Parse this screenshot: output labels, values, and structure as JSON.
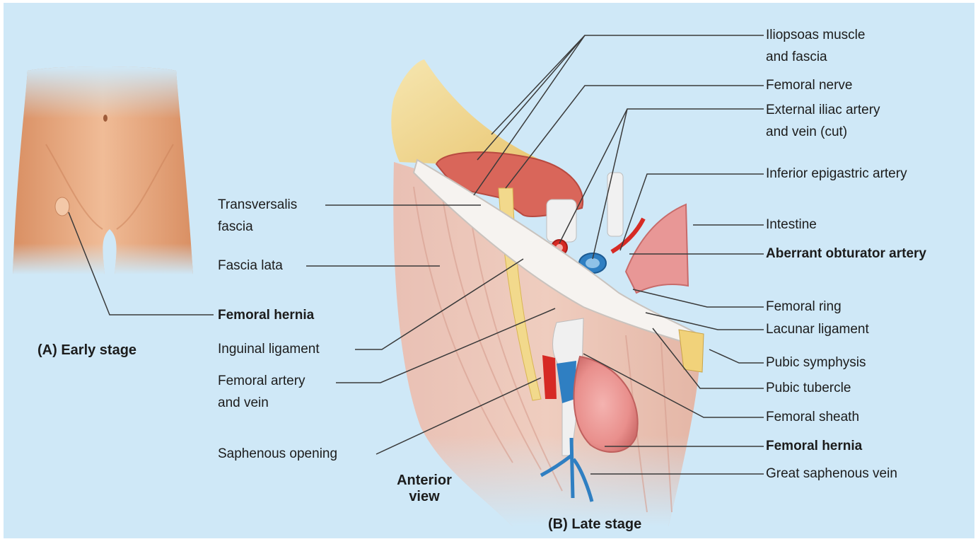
{
  "colors": {
    "background": "#cfe8f7",
    "skin": "#e8ad86",
    "muscle": "#e6b3a3",
    "artery": "#d62a24",
    "vein": "#2f7fc2",
    "nerve": "#f0d27a",
    "leader": "#3a3a3a"
  },
  "panel_a": {
    "caption": "(A) Early stage"
  },
  "panel_b": {
    "caption": "(B) Late stage",
    "view_line1": "Anterior",
    "view_line2": "view"
  },
  "labels_left": {
    "transversalis_1": "Transversalis",
    "transversalis_2": "fascia",
    "fascia_lata": "Fascia lata",
    "femoral_hernia": "Femoral hernia",
    "inguinal_ligament": "Inguinal ligament",
    "femoral_artery_1": "Femoral artery",
    "femoral_artery_2": "and vein",
    "saphenous_opening": "Saphenous opening"
  },
  "labels_right": {
    "iliopsoas_1": "Iliopsoas muscle",
    "iliopsoas_2": "and fascia",
    "femoral_nerve": "Femoral nerve",
    "ext_iliac_1": "External iliac artery",
    "ext_iliac_2": "and vein (cut)",
    "inf_epigastric": "Inferior epigastric artery",
    "intestine": "Intestine",
    "aberrant_obturator": "Aberrant obturator artery",
    "femoral_ring": "Femoral ring",
    "lacunar_ligament": "Lacunar ligament",
    "pubic_symphysis": "Pubic symphysis",
    "pubic_tubercle": "Pubic tubercle",
    "femoral_sheath": "Femoral sheath",
    "femoral_hernia": "Femoral hernia",
    "great_saphenous": "Great saphenous vein"
  }
}
